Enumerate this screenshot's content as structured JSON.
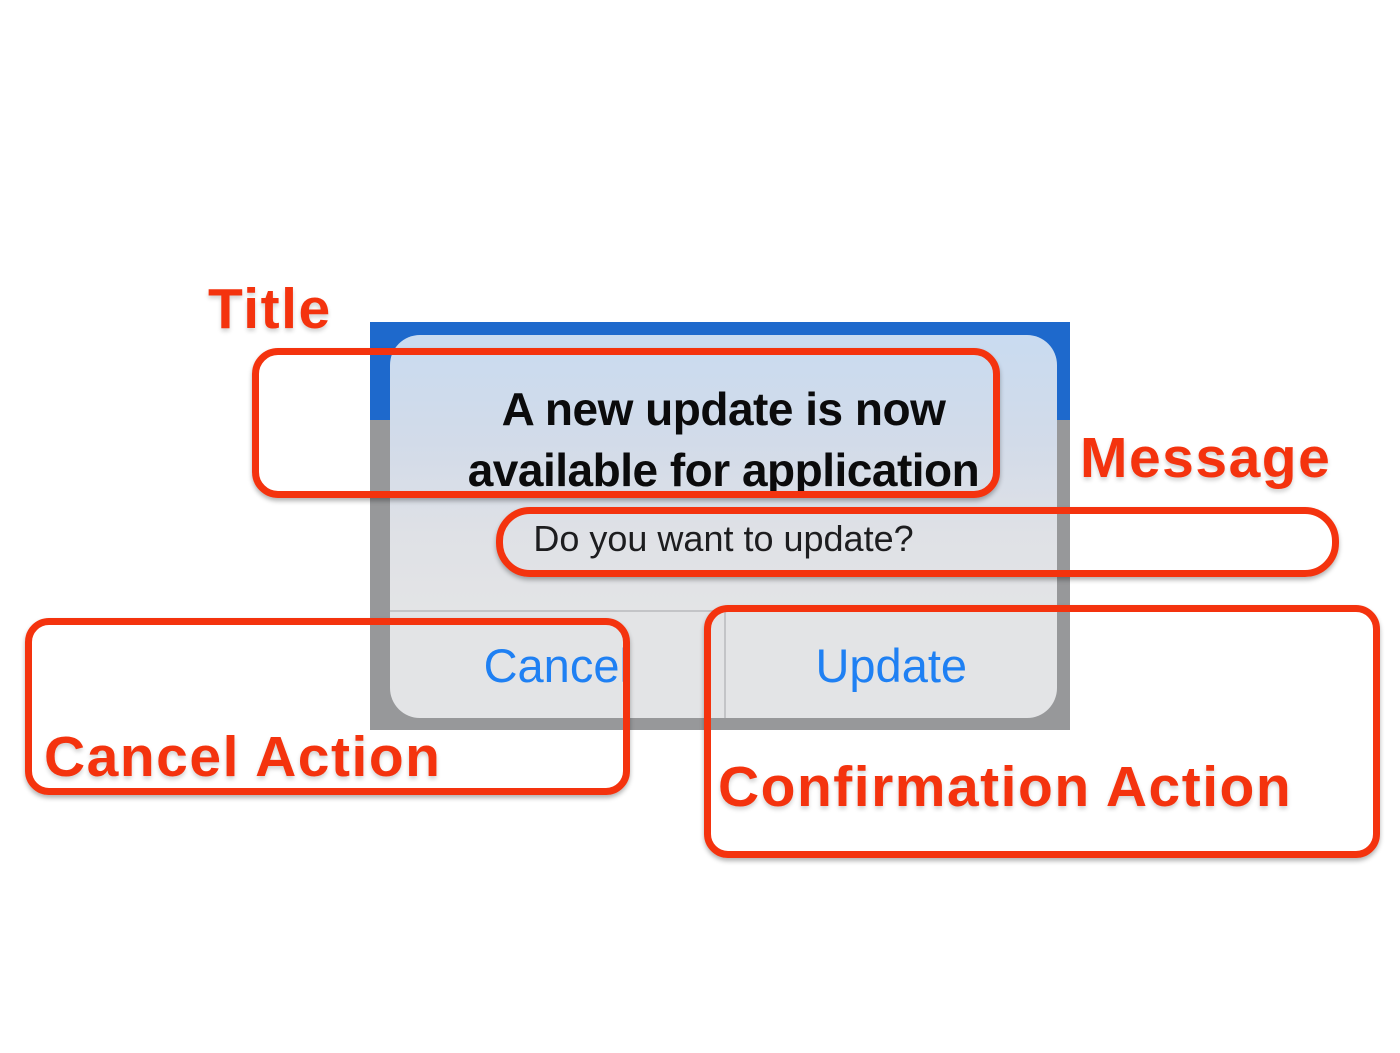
{
  "figure": {
    "annotation_color": "#f4330e",
    "labels": {
      "title": "Title",
      "message": "Message",
      "cancel": "Cancel Action",
      "confirmation": "Confirmation Action"
    }
  },
  "alert": {
    "navbar_color": "#1e69cc",
    "title": "A new update is now available for application",
    "title_lines": [
      "A new update is now",
      "available for application"
    ],
    "message": "Do you want to update?",
    "buttons": {
      "cancel": "Cancel",
      "confirm": "Update"
    },
    "button_text_color": "#1f80f3"
  }
}
